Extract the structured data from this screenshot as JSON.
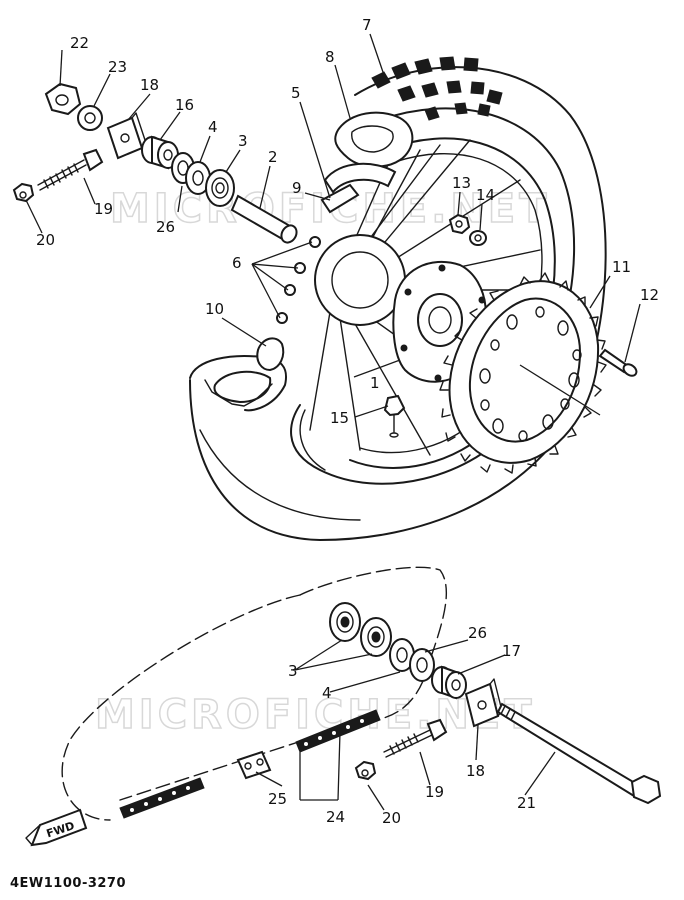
{
  "diagram_code": "4EW1100-3270",
  "watermarks": [
    "MICROFICHE.NET",
    "MICROFICHE.NET"
  ],
  "fwd_label": "FWD",
  "callouts": {
    "c1": "1",
    "c2": "2",
    "c3a": "3",
    "c3b": "3",
    "c4a": "4",
    "c4b": "4",
    "c5": "5",
    "c6": "6",
    "c7": "7",
    "c8": "8",
    "c9": "9",
    "c10": "10",
    "c11": "11",
    "c12": "12",
    "c13": "13",
    "c14": "14",
    "c15": "15",
    "c16": "16",
    "c17": "17",
    "c18a": "18",
    "c18b": "18",
    "c19a": "19",
    "c19b": "19",
    "c20a": "20",
    "c20b": "20",
    "c21": "21",
    "c22": "22",
    "c23": "23",
    "c24": "24",
    "c25": "25",
    "c26a": "26",
    "c26b": "26"
  }
}
